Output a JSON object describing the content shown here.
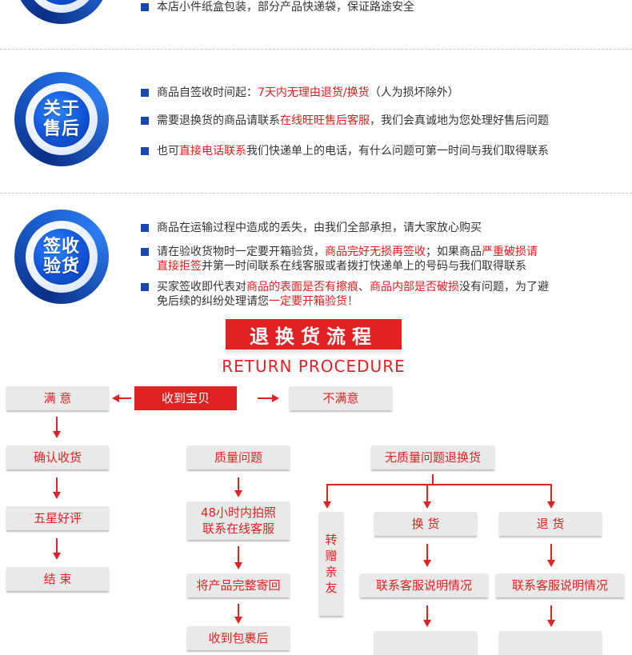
{
  "packaging": {
    "line": "本店小件纸盒包装，部分产品快递袋，保证路途安全"
  },
  "after_sales": {
    "badge": [
      "关于",
      "售后"
    ],
    "line1": {
      "a": "商品自签收时间起：",
      "b": "7天内无理由退货/换货",
      "c": "（人为损坏除外）"
    },
    "line2": {
      "a": "需要退换货的商品请联系",
      "b": "在线旺旺售后客服",
      "c": "，我们会真诚地为您处理好售后问题"
    },
    "line3": {
      "a": "也可",
      "b": "直接电话联系",
      "c": "我们快递单上的电话，有什么问题可第一时间与我们取得联系"
    }
  },
  "inspection": {
    "badge": [
      "签收",
      "验货"
    ],
    "line1": "商品在运输过程中造成的丢失，由我们全部承担，请大家放心购买",
    "line2": {
      "a": "请在验收货物时一定要开箱验货，",
      "b": "商品完好无损再签收",
      "c": "；如果商品",
      "d": "严重破损请",
      "e": "直接拒签",
      "f": "并第一时间联系在线客服或者拨打快递单上的号码与我们取得联系"
    },
    "line3": {
      "a": "买家签收即代表对",
      "b": "商品的表面是否有擦痕",
      "c": "、",
      "d": "商品内部是否破损",
      "e": "没有问题，为了避",
      "f": "免后续的纠纷处理请您",
      "g": "一定要开箱验货",
      "h": "！"
    }
  },
  "procedure": {
    "title": "退换货流程",
    "subtitle": "RETURN PROCEDURE",
    "received": "收到宝贝",
    "satisfied": "满 意",
    "unsatisfied": "不满意",
    "confirm": "确认收货",
    "five_star": "五星好评",
    "end": "结 束",
    "quality_issue": "质量问题",
    "photo_1": "48小时内拍照",
    "photo_2": "联系在线客服",
    "send_back": "将产品完整寄回",
    "after_receipt": "收到包裹后",
    "no_quality_issue": "无质量问题退换货",
    "gift": [
      "转",
      "赠",
      "亲",
      "友"
    ],
    "exchange": "换 货",
    "return": "退 货",
    "contact_1": "联系客服说明情况",
    "contact_2": "联系客服说明情况"
  },
  "colors": {
    "accent": "#e02222",
    "badge_blue": "#1055d8",
    "bullet": "#1848b0"
  }
}
